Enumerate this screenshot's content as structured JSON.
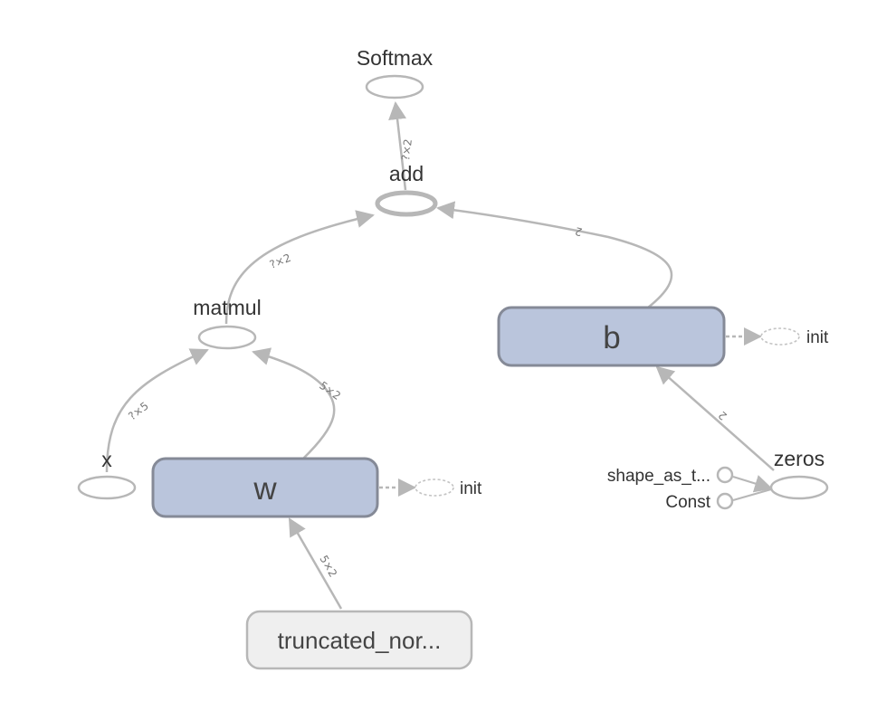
{
  "nodes": {
    "softmax": "Softmax",
    "add": "add",
    "matmul": "matmul",
    "x": "x",
    "w": "w",
    "b": "b",
    "w_init": "init",
    "b_init": "init",
    "zeros": "zeros",
    "shape_as_tensor": "shape_as_t...",
    "const": "Const",
    "truncated_normal": "truncated_nor..."
  },
  "edges": {
    "add_to_softmax": "?×2",
    "matmul_to_add": "?×2",
    "b_to_add": "2",
    "x_to_matmul": "?×5",
    "w_to_matmul": "5×2",
    "truncated_to_w": "5×2",
    "zeros_to_b": "2"
  },
  "colors": {
    "edge": "#b7b7b7",
    "variable_fill": "#bac5dc",
    "variable_stroke": "#858a97",
    "meta_fill": "#efefef"
  }
}
